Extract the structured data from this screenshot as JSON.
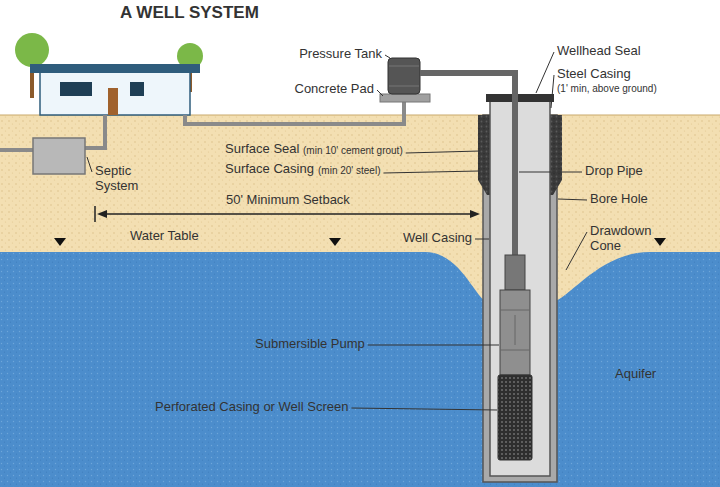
{
  "diagram": {
    "title": "A WELL SYSTEM",
    "labels": [
      "Pressure Tank",
      "Wellhead Seal",
      "Steel Casing",
      "(1' min, above ground)",
      "Concrete Pad",
      "Septic System",
      "Surface Seal",
      "(min 10' cement grout)",
      "Surface Casing",
      "(min 20' steel)",
      "50' Minimum Setback",
      "Drop Pipe",
      "Bore Hole",
      "Water Table",
      "Well Casing",
      "Drawdown Cone",
      "Submersible Pump",
      "Aquifer",
      "Perforated Casing or Well Screen"
    ]
  }
}
